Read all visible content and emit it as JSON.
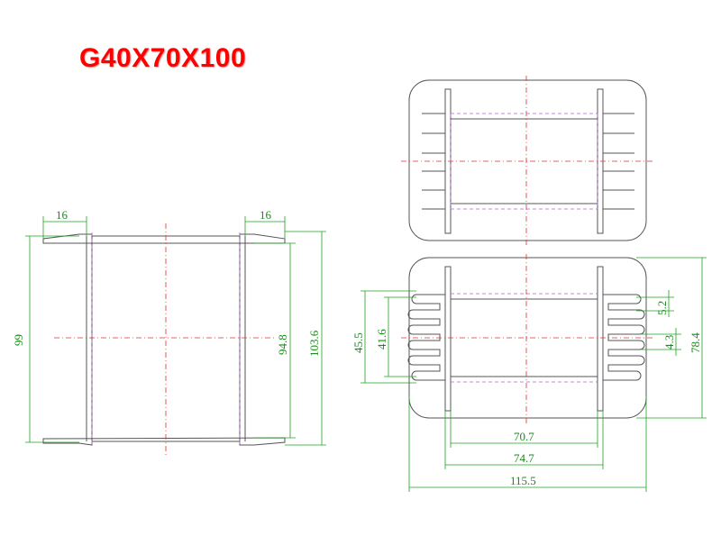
{
  "title": "G40X70X100",
  "colors": {
    "title": "#ff0000",
    "dimension": "#1fa01f",
    "outline": "#555555",
    "centerline": "#e03030",
    "hidden_line": "#b060d0"
  },
  "side_view": {
    "flange_width_left": "16",
    "flange_width_right": "16",
    "overall_height": "99",
    "inner_height": "94.8",
    "outer_height": "103.6"
  },
  "bottom_view": {
    "inner_width": "70.7",
    "mid_width": "74.7",
    "overall_width": "115.5",
    "height": "78.4",
    "pin_span_outer": "45.5",
    "pin_span_inner": "41.6",
    "slot_pitch": "5.2",
    "slot_width": "4.3"
  }
}
